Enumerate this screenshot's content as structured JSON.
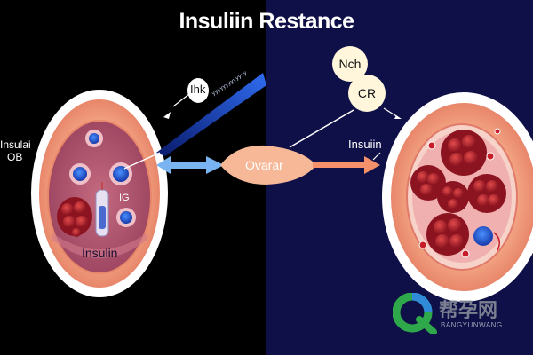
{
  "title": "Insuliin Restance",
  "labels": {
    "left_cell_side_top": "Insulai",
    "left_cell_side_bottom": "OB",
    "left_callout": "Ihk",
    "needle_text": "yyyyyyyyyyyyy",
    "left_cell_mid": "IG",
    "left_cell_bottom": "Insulin",
    "center_oval": "Ovarar",
    "bubble_top": "Nch",
    "bubble_bottom": "CR",
    "right_arrow_label": "Insuiin"
  },
  "watermark": {
    "cn": "帮孕网",
    "en": "BANGYUNWANG"
  },
  "colors": {
    "left_bg": "#000000",
    "right_bg": "#101048",
    "cell_outer": "#ffffff",
    "cell_skin": "#f4a886",
    "cell_inner": "#b0546e",
    "blood": "#b81c28",
    "blue": "#2f6cf0",
    "arrow_left": "#7ab4f0",
    "arrow_right": "#f4906a",
    "oval": "#f6b896",
    "watermark_green": "#2ea84a",
    "watermark_blue": "#2f8ad8"
  }
}
